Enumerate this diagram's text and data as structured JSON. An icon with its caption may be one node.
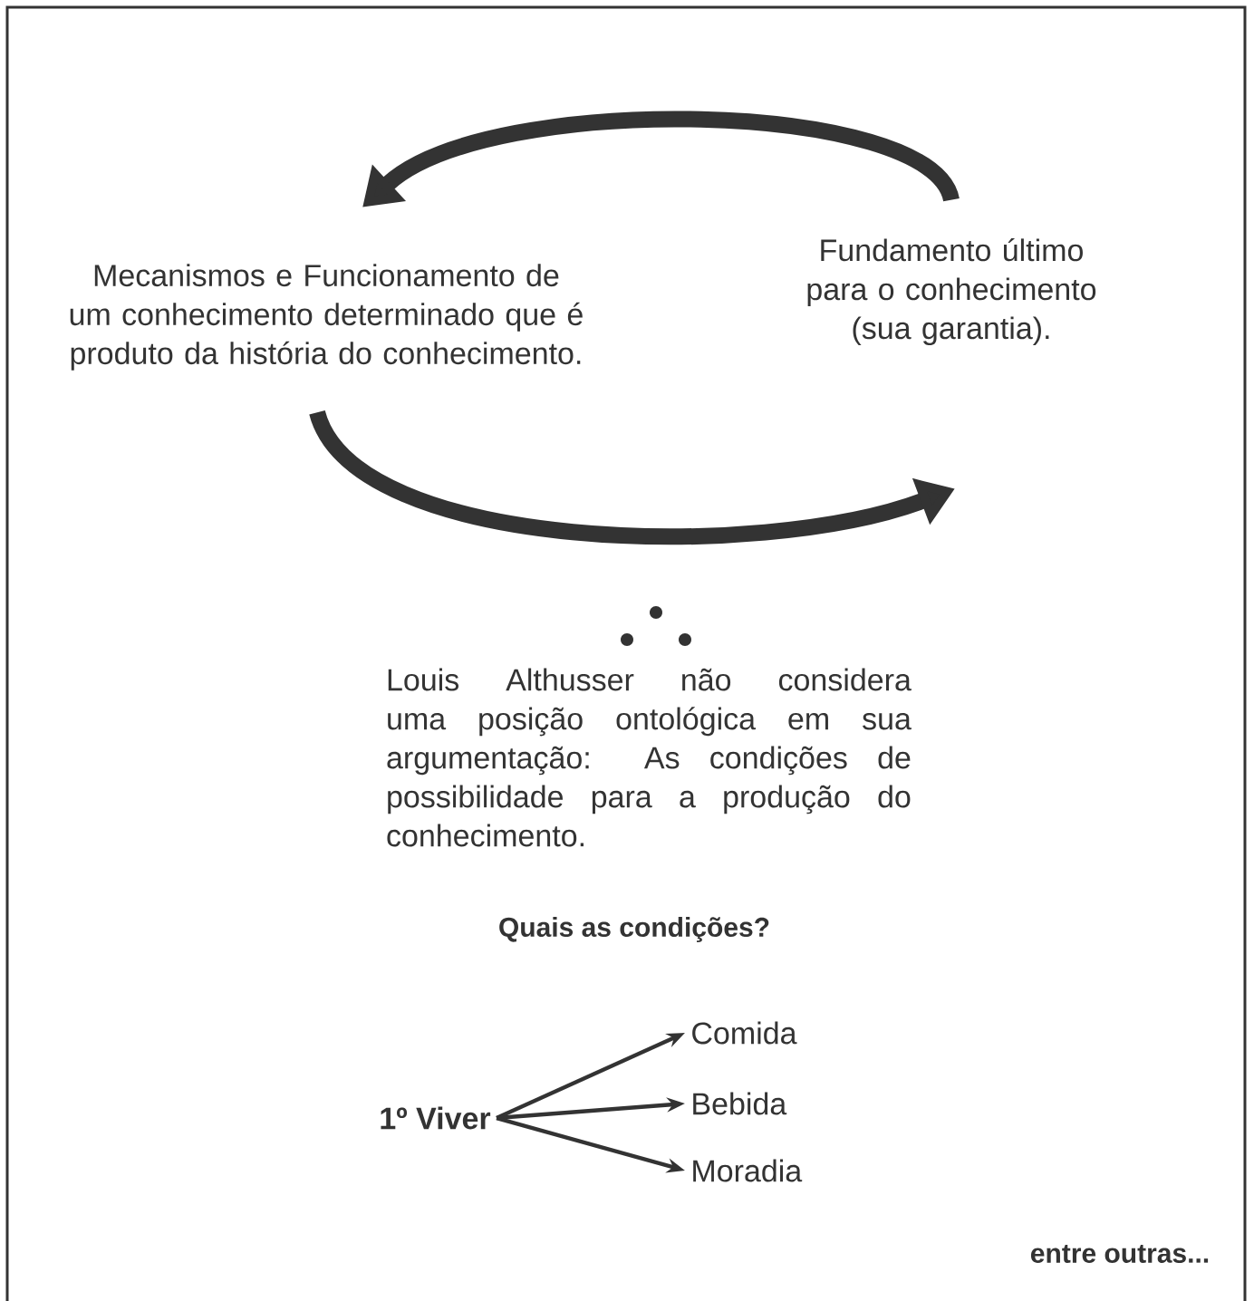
{
  "diagram": {
    "nodes": [
      {
        "text": [
          "Mecanismos e Funcionamento de um conhecimento determinado que é produto da história do conhecimento."
        ]
      },
      {
        "text": [
          "Fundamento último para o conhecimento (sua garantia)."
        ]
      },
      {
        "text": [
          "1º Viver"
        ]
      },
      {
        "text": [
          "Comida"
        ]
      },
      {
        "text": [
          "Bebida"
        ]
      },
      {
        "text": [
          "Moradia"
        ]
      }
    ],
    "edges": [
      {
        "from": 1,
        "to": 0,
        "arrow": "to",
        "style": "thick"
      },
      {
        "from": 0,
        "to": 1,
        "arrow": "to",
        "style": "thick"
      },
      {
        "from": 2,
        "to": 3,
        "arrow": "to"
      },
      {
        "from": 2,
        "to": 4,
        "arrow": "to"
      },
      {
        "from": 2,
        "to": 5,
        "arrow": "to"
      }
    ],
    "labels": [
      "Louis Althusser não considera uma posição ontológica em sua argumentação: As condições de possibilidade para a produção do conhecimento.",
      "Quais as condições?",
      "entre outras..."
    ]
  }
}
